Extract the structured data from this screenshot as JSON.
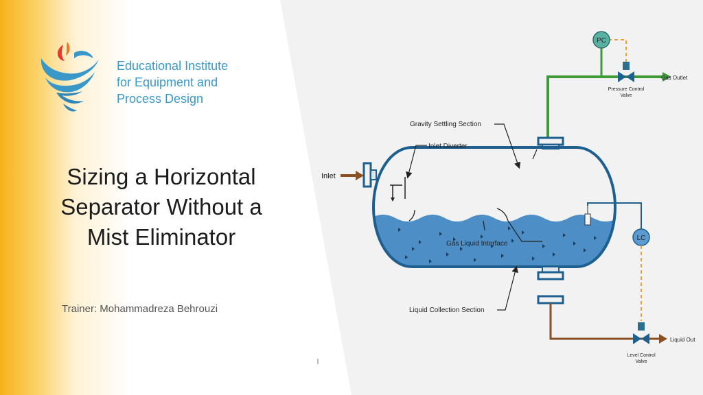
{
  "institute": {
    "line1": "Educational Institute",
    "line2": "for Equipment and",
    "line3": "Process Design"
  },
  "title": {
    "line1": "Sizing a Horizontal",
    "line2": "Separator Without a",
    "line3": "Mist Eliminator"
  },
  "trainer": "Trainer: Mohammadreza Behrouzi",
  "diagram": {
    "labels": {
      "gravity_settling": "Gravity Settling Section",
      "inlet_diverter": "Inlet Diverter",
      "inlet": "Inlet",
      "gas_liquid_interface": "Gas Liquid Interface",
      "liquid_collection": "Liquid Collection Section",
      "pc": "PC",
      "lc": "LC",
      "gas_outlet": "Gas Outlet",
      "pcv_line1": "Pressure Control",
      "pcv_line2": "Valve",
      "liquid_out": "Liquid Out",
      "lcv_line1": "Level Control",
      "lcv_line2": "Valve"
    }
  },
  "colors": {
    "accent_orange": "#f8b21a",
    "institute_blue": "#3a98c9",
    "vessel_blue": "#1d5f8e",
    "liquid_blue": "#4d8ec6",
    "gas_green": "#3f9a3a",
    "liquid_brown": "#8a4f22"
  }
}
